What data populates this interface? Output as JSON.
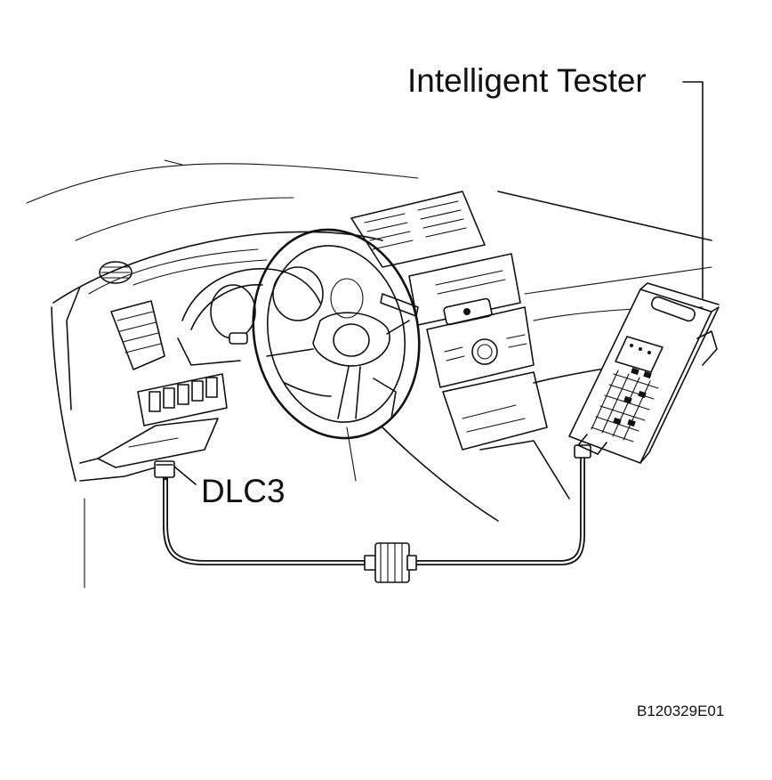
{
  "labels": {
    "tester": "Intelligent Tester",
    "connector": "DLC3",
    "figure_id": "B120329E01"
  },
  "colors": {
    "line": "#111111",
    "background": "#ffffff"
  }
}
